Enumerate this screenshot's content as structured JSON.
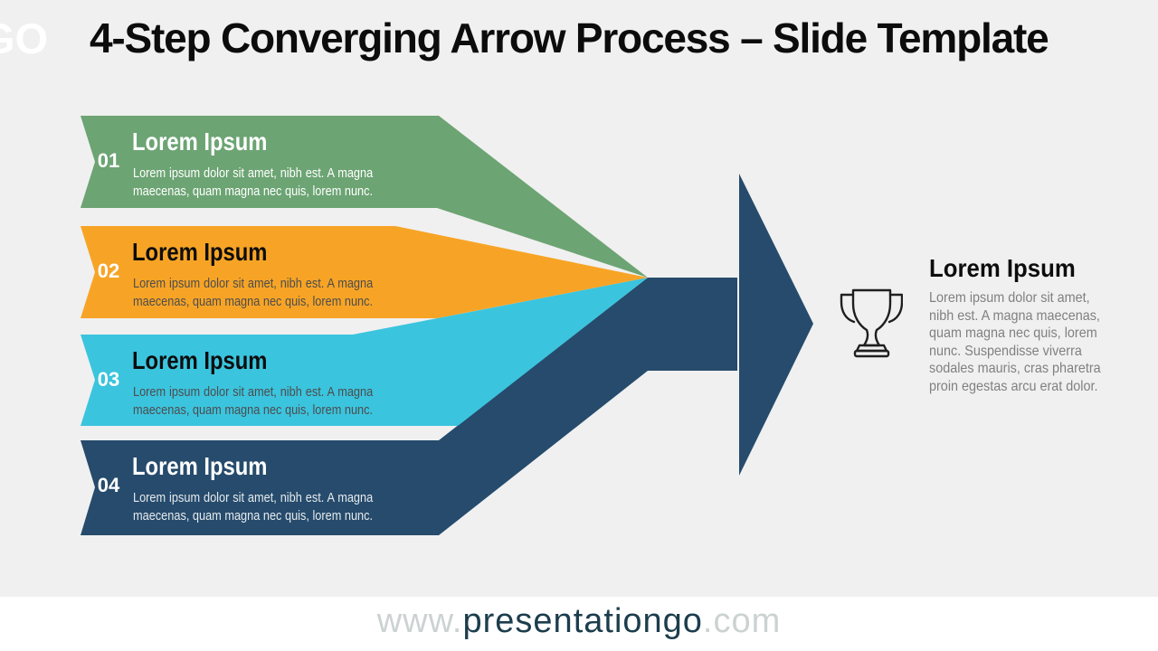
{
  "slide": {
    "logo": "GO",
    "title": "4-Step Converging Arrow Process – Slide Template"
  },
  "steps": [
    {
      "number": "01",
      "title": "Lorem Ipsum",
      "line1": "Lorem ipsum dolor sit amet, nibh est. A magna",
      "line2": "maecenas, quam magna nec quis, lorem nunc.",
      "color": "#6CA473"
    },
    {
      "number": "02",
      "title": "Lorem Ipsum",
      "line1": "Lorem ipsum dolor sit amet, nibh est. A magna",
      "line2": "maecenas, quam magna nec quis, lorem nunc.",
      "color": "#F7A426"
    },
    {
      "number": "03",
      "title": "Lorem Ipsum",
      "line1": "Lorem ipsum dolor sit amet, nibh est. A magna",
      "line2": "maecenas, quam magna nec quis, lorem nunc.",
      "color": "#3BC4DE"
    },
    {
      "number": "04",
      "title": "Lorem Ipsum",
      "line1": "Lorem ipsum dolor sit amet, nibh est. A magna",
      "line2": "maecenas, quam magna nec quis, lorem nunc.",
      "color": "#264B6C"
    }
  ],
  "arrow": {
    "color": "#264B6C",
    "icon": "trophy-icon"
  },
  "result": {
    "title": "Lorem Ipsum",
    "lines": [
      "Lorem ipsum dolor sit amet,",
      "nibh est. A magna maecenas,",
      "quam magna nec quis, lorem",
      "nunc. Suspendisse viverra",
      "sodales mauris, cras pharetra",
      "proin egestas arcu erat dolor."
    ]
  },
  "footer": {
    "www": "www.",
    "brand": "presentationgo",
    "tld": ".com"
  }
}
